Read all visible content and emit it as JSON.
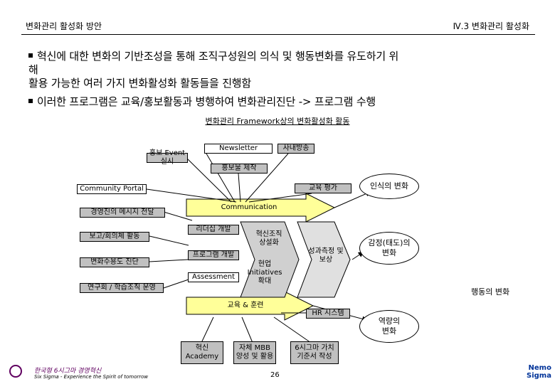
{
  "header": {
    "left": "변화관리 활성화 방안",
    "right": "Ⅳ.3 변화관리 활성화"
  },
  "bullets": {
    "b1_line1": "혁신에 대한 변화의 기반조성을 통해 조직구성원의 의식 및 행동변화를 유도하기 위",
    "b1_line2": "해",
    "b1_line3": "활용 가능한 여러 가지 변화활성화 활동들을 진행함",
    "b2": "이러한 프로그램은 교육/홍보활동과 병행하여 변화관리진단 -> 프로그램 수행"
  },
  "diagram": {
    "title": "변화관리 Framework상의 변화활성화 활동",
    "newsletter": "Newsletter",
    "broadcast": "사내방송",
    "event": "홍보 Event 실시",
    "promo": "홍보물 제작",
    "portal": "Community Portal",
    "edu_eval": "교육 평가",
    "awareness": "인식의 변화",
    "communication": "Communication",
    "mgmt_msg": "경영진의 메시지 전달",
    "leadership": "리더십 개발",
    "report": "보고/회의체 활동",
    "program_dev": "프로그램 개발",
    "dissemination": "변화수용도 진단",
    "assessment": "Assessment",
    "innovation_org_1": "혁신조직",
    "innovation_org_2": "상설화",
    "incentive_1": "성과측정 및",
    "incentive_2": "보상",
    "init_1": "현업",
    "init_2": "Initiatives",
    "init_3": "확대",
    "emotion_1": "감정(태도)의",
    "emotion_2": "변화",
    "behavior": "행동의 변화",
    "study_group": "연구회 / 학습조직 운영",
    "education": "교육 & 훈련",
    "hr": "HR 시스템",
    "capability_1": "역량의",
    "capability_2": "변화",
    "academy_1": "혁신",
    "academy_2": "Academy",
    "mbb_1": "자체 MBB",
    "mbb_2": "양성 및 활용",
    "sixsigma_1": "6시그마 가치",
    "sixsigma_2": "기준서 작성"
  },
  "footer": {
    "company": "한국형 6시그마 경영혁신",
    "tagline": "Six Sigma - Experience the Spirit of tomorrow",
    "page": "26",
    "brand_1": "Nemo",
    "brand_2": "Sigma"
  }
}
